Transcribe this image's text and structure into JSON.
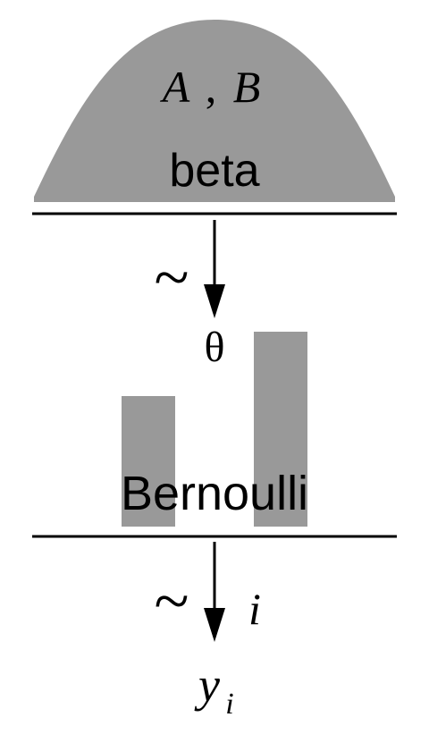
{
  "colors": {
    "shape_fill": "#999999",
    "line": "#000000",
    "background": "#ffffff"
  },
  "beta_block": {
    "params_A": "A",
    "params_sep": ",",
    "params_B": "B",
    "label": "beta"
  },
  "tilde_top": "~",
  "theta": "θ",
  "bernoulli_block": {
    "label": "Bernoulli"
  },
  "tilde_bottom": "~",
  "index": "i",
  "output": {
    "y": "y",
    "sub": "i"
  }
}
